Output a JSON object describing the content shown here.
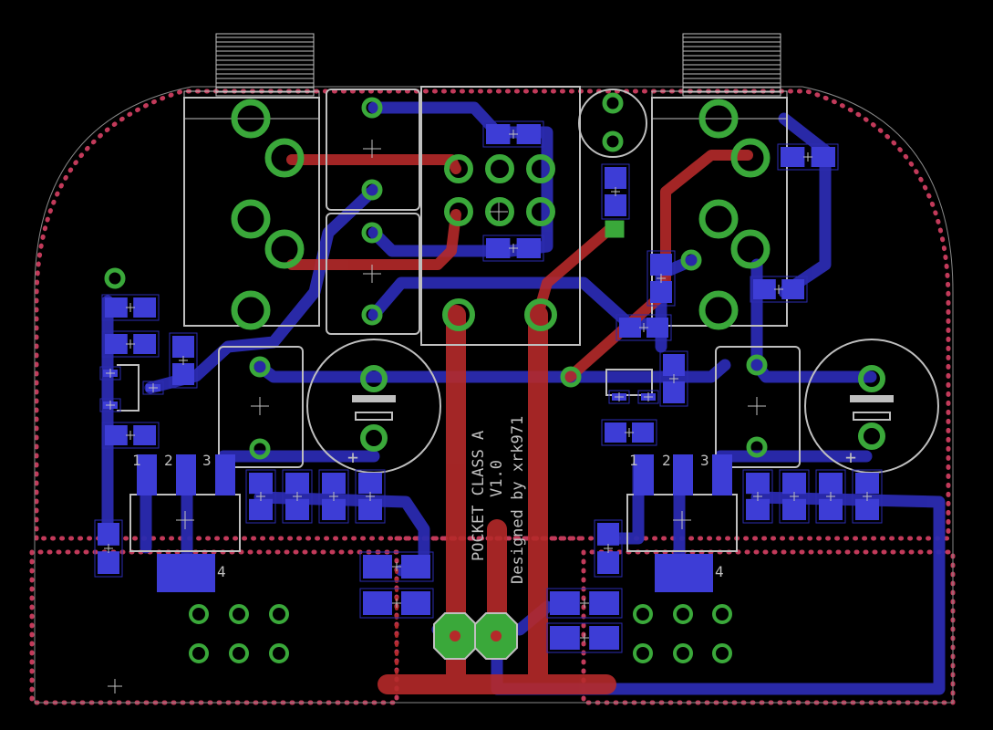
{
  "board": {
    "silkscreen_text": [
      "POCKET CLASS A",
      "V1.0",
      "Designed by xrk971"
    ],
    "pin_numbers_left": [
      "1",
      "2",
      "3",
      "4"
    ],
    "pin_numbers_right": [
      "1",
      "2",
      "3",
      "4"
    ],
    "polarity_marks": [
      "+",
      "+"
    ]
  },
  "colors": {
    "background": "#000000",
    "top_copper": "#b52a2a",
    "bottom_copper": "#2b2bb0",
    "pad": "#3aa83a",
    "silkscreen": "#bfbfbf",
    "keepout": "#c23a5a",
    "smd_pad": "#3d3dd6"
  }
}
